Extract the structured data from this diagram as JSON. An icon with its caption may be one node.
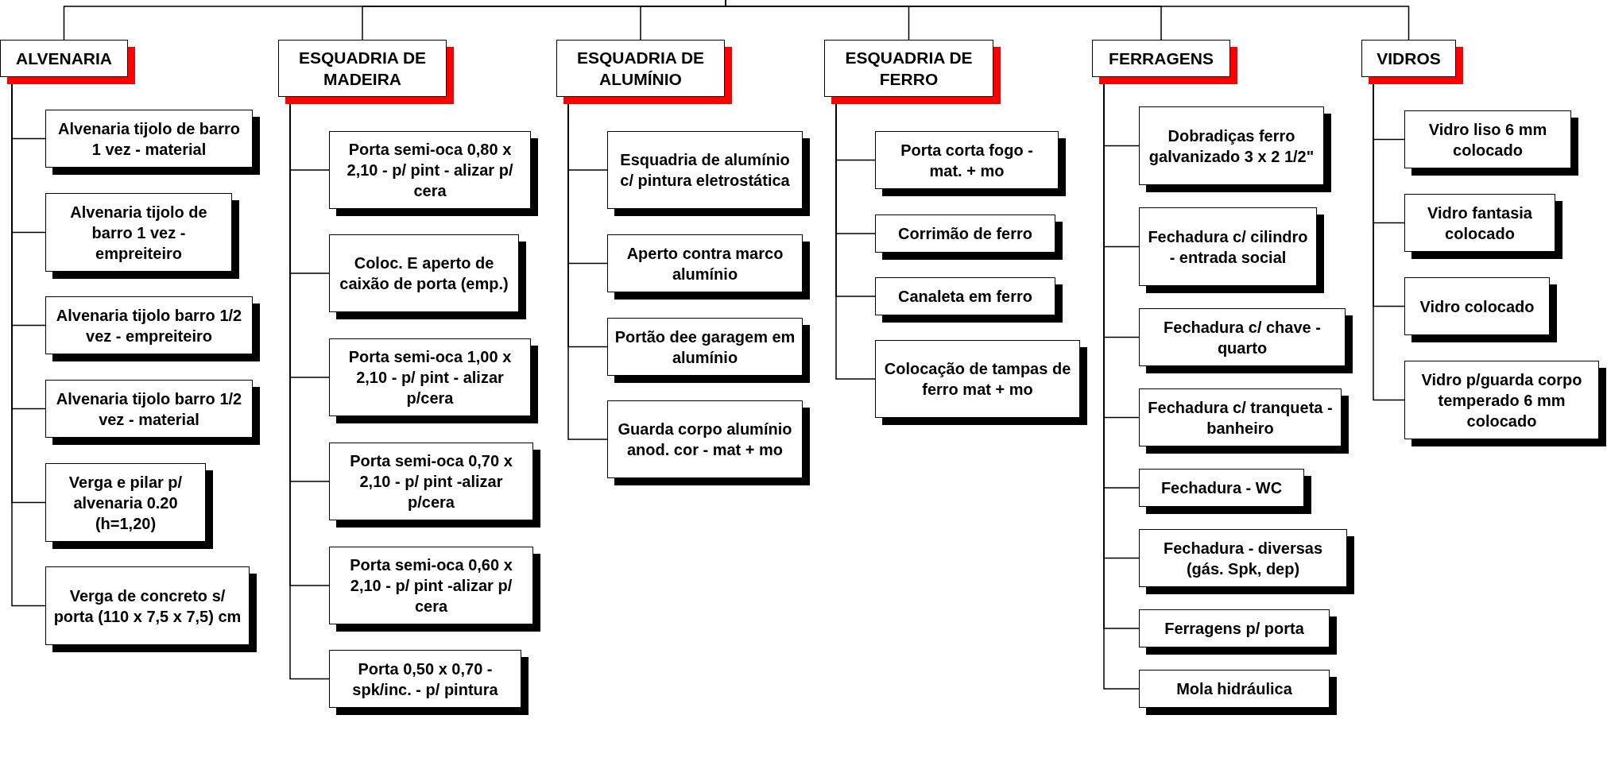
{
  "diagram": {
    "nodes": [
      {
        "text": [
          "ALVENARIA"
        ]
      },
      {
        "text": [
          "Alvenaria tijolo de barro 1 vez - material"
        ]
      },
      {
        "text": [
          "Alvenaria tijolo de barro 1 vez - empreiteiro"
        ]
      },
      {
        "text": [
          "Alvenaria tijolo barro 1/2 vez - empreiteiro"
        ]
      },
      {
        "text": [
          "Alvenaria tijolo barro 1/2 vez - material"
        ]
      },
      {
        "text": [
          "Verga e pilar p/ alvenaria 0.20 (h=1,20)"
        ]
      },
      {
        "text": [
          "Verga de concreto s/ porta (110 x 7,5 x 7,5) cm"
        ]
      },
      {
        "text": [
          "ESQUADRIA DE MADEIRA"
        ]
      },
      {
        "text": [
          "Porta semi-oca 0,80 x 2,10 - p/ pint - alizar p/ cera"
        ]
      },
      {
        "text": [
          "Coloc. E aperto de caixão de porta (emp.)"
        ]
      },
      {
        "text": [
          "Porta semi-oca 1,00 x 2,10 - p/ pint - alizar p/cera"
        ]
      },
      {
        "text": [
          "Porta semi-oca 0,70 x 2,10 - p/ pint -alizar p/cera"
        ]
      },
      {
        "text": [
          "Porta semi-oca 0,60 x 2,10 - p/ pint -alizar p/ cera"
        ]
      },
      {
        "text": [
          "Porta 0,50 x 0,70 - spk/inc. - p/ pintura"
        ]
      },
      {
        "text": [
          "ESQUADRIA DE ALUMÍNIO"
        ]
      },
      {
        "text": [
          "Esquadria de alumínio c/ pintura eletrostática"
        ]
      },
      {
        "text": [
          "Aperto contra marco alumínio"
        ]
      },
      {
        "text": [
          "Portão dee garagem em alumínio"
        ]
      },
      {
        "text": [
          "Guarda corpo alumínio anod. cor - mat + mo"
        ]
      },
      {
        "text": [
          "ESQUADRIA DE FERRO"
        ]
      },
      {
        "text": [
          "Porta corta fogo - mat. + mo"
        ]
      },
      {
        "text": [
          "Corrimão de ferro"
        ]
      },
      {
        "text": [
          "Canaleta em ferro"
        ]
      },
      {
        "text": [
          "Colocação de tampas de ferro mat + mo"
        ]
      },
      {
        "text": [
          "FERRAGENS"
        ]
      },
      {
        "text": [
          "Dobradiças ferro galvanizado 3 x 2 1/2\""
        ]
      },
      {
        "text": [
          "Fechadura c/ cilindro - entrada social"
        ]
      },
      {
        "text": [
          "Fechadura c/ chave - quarto"
        ]
      },
      {
        "text": [
          "Fechadura c/ tranqueta - banheiro"
        ]
      },
      {
        "text": [
          "Fechadura - WC"
        ]
      },
      {
        "text": [
          "Fechadura - diversas (gás. Spk, dep)"
        ]
      },
      {
        "text": [
          "Ferragens p/ porta"
        ]
      },
      {
        "text": [
          "Mola hidráulica"
        ]
      },
      {
        "text": [
          "VIDROS"
        ]
      },
      {
        "text": [
          "Vidro liso 6 mm colocado"
        ]
      },
      {
        "text": [
          "Vidro fantasia colocado"
        ]
      },
      {
        "text": [
          "Vidro colocado"
        ]
      },
      {
        "text": [
          "Vidro p/guarda corpo temperado 6 mm colocado"
        ]
      }
    ],
    "edges": [
      {
        "from": null,
        "to": 0,
        "arrow": "none"
      },
      {
        "from": null,
        "to": 7,
        "arrow": "none"
      },
      {
        "from": null,
        "to": 14,
        "arrow": "none"
      },
      {
        "from": null,
        "to": 19,
        "arrow": "none"
      },
      {
        "from": null,
        "to": 24,
        "arrow": "none"
      },
      {
        "from": null,
        "to": 33,
        "arrow": "none"
      },
      {
        "from": 0,
        "to": 1,
        "arrow": "none"
      },
      {
        "from": 0,
        "to": 2,
        "arrow": "none"
      },
      {
        "from": 0,
        "to": 3,
        "arrow": "none"
      },
      {
        "from": 0,
        "to": 4,
        "arrow": "none"
      },
      {
        "from": 0,
        "to": 5,
        "arrow": "none"
      },
      {
        "from": 0,
        "to": 6,
        "arrow": "none"
      },
      {
        "from": 7,
        "to": 8,
        "arrow": "none"
      },
      {
        "from": 7,
        "to": 9,
        "arrow": "none"
      },
      {
        "from": 7,
        "to": 10,
        "arrow": "none"
      },
      {
        "from": 7,
        "to": 11,
        "arrow": "none"
      },
      {
        "from": 7,
        "to": 12,
        "arrow": "none"
      },
      {
        "from": 7,
        "to": 13,
        "arrow": "none"
      },
      {
        "from": 14,
        "to": 15,
        "arrow": "none"
      },
      {
        "from": 14,
        "to": 16,
        "arrow": "none"
      },
      {
        "from": 14,
        "to": 17,
        "arrow": "none"
      },
      {
        "from": 14,
        "to": 18,
        "arrow": "none"
      },
      {
        "from": 19,
        "to": 20,
        "arrow": "none"
      },
      {
        "from": 19,
        "to": 21,
        "arrow": "none"
      },
      {
        "from": 19,
        "to": 22,
        "arrow": "none"
      },
      {
        "from": 19,
        "to": 23,
        "arrow": "none"
      },
      {
        "from": 24,
        "to": 25,
        "arrow": "none"
      },
      {
        "from": 24,
        "to": 26,
        "arrow": "none"
      },
      {
        "from": 24,
        "to": 27,
        "arrow": "none"
      },
      {
        "from": 24,
        "to": 28,
        "arrow": "none"
      },
      {
        "from": 24,
        "to": 29,
        "arrow": "none"
      },
      {
        "from": 24,
        "to": 30,
        "arrow": "none"
      },
      {
        "from": 24,
        "to": 31,
        "arrow": "none"
      },
      {
        "from": 24,
        "to": 32,
        "arrow": "none"
      },
      {
        "from": 33,
        "to": 34,
        "arrow": "none"
      },
      {
        "from": 33,
        "to": 35,
        "arrow": "none"
      },
      {
        "from": 33,
        "to": 36,
        "arrow": "none"
      },
      {
        "from": 33,
        "to": 37,
        "arrow": "none"
      }
    ]
  }
}
